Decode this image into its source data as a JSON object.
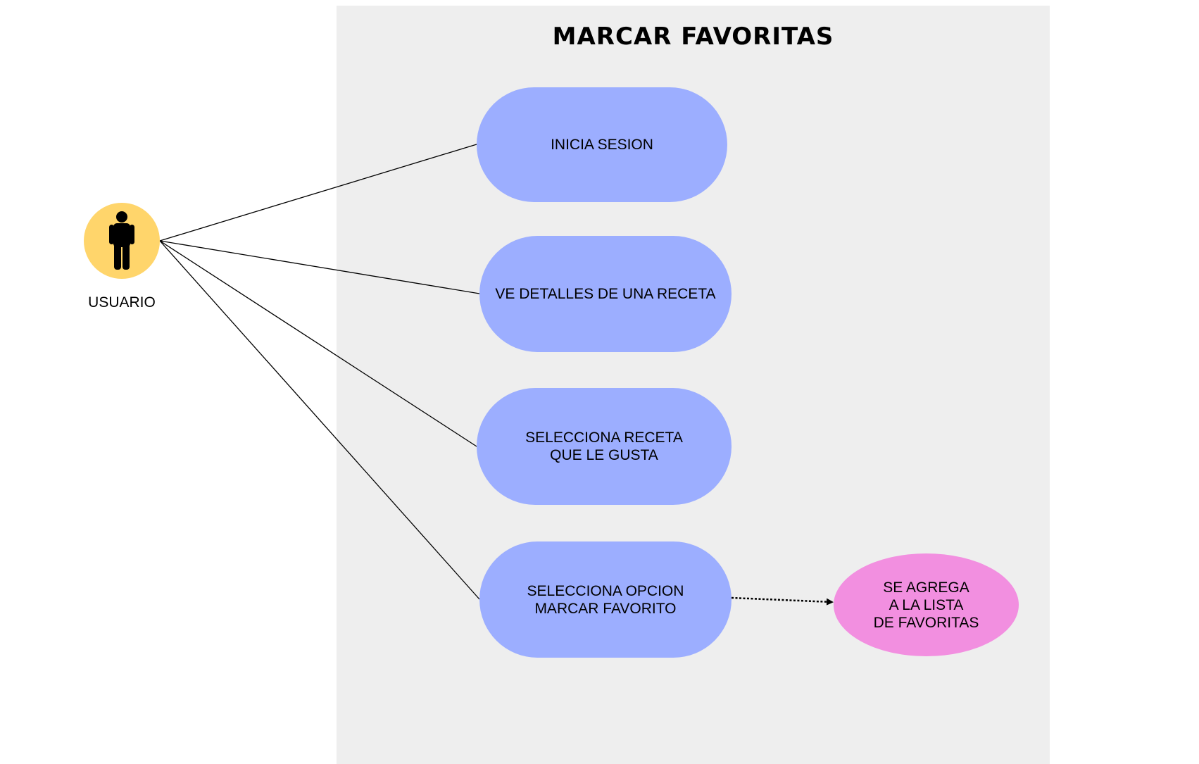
{
  "diagram": {
    "title": "MARCAR FAVORITAS",
    "actor": {
      "label": "USUARIO",
      "icon": "person-icon",
      "color": "#ffd56b"
    },
    "use_cases": [
      {
        "label": "INICIA SESION"
      },
      {
        "label": "VE DETALLES DE UNA RECETA"
      },
      {
        "label": "SELECCIONA RECETA\nQUE LE GUSTA"
      },
      {
        "label": "SELECCIONA OPCION\nMARCAR FAVORITO"
      }
    ],
    "result": {
      "label": "SE AGREGA\nA LA LISTA\nDE FAVORITAS"
    },
    "colors": {
      "system_background": "#eeeeee",
      "use_case_fill": "#9caeff",
      "result_fill": "#f28fe0"
    }
  }
}
